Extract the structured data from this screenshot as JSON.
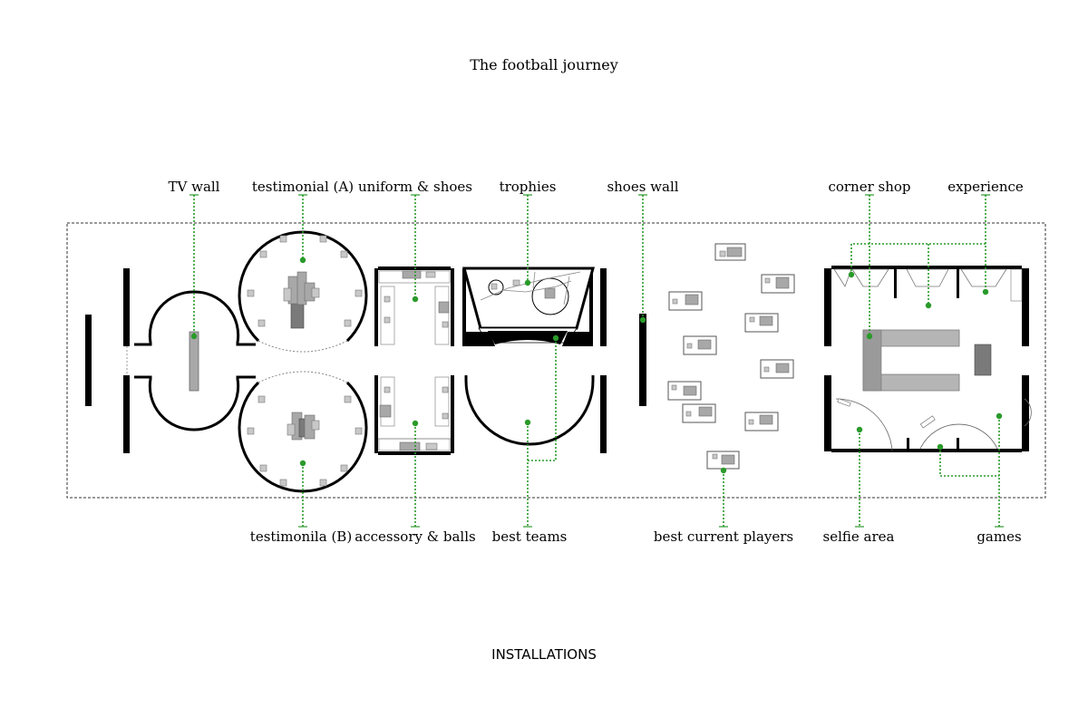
{
  "title": "The football journey",
  "footer": "INSTALLATIONS",
  "colors": {
    "leader": "#2a9a2a",
    "wall": "#000000",
    "furniture": "#a8a8a8"
  },
  "labels": {
    "tv_wall": "TV wall",
    "testimonial_a": "testimonial (A)",
    "uniform_shoes": "uniform & shoes",
    "trophies": "trophies",
    "shoes_wall": "shoes wall",
    "corner_shop": "corner shop",
    "experience": "experience",
    "testimonial_b": "testimonila (B)",
    "accessory_balls": "accessory & balls",
    "best_teams": "best teams",
    "best_current_players": "best current players",
    "selfie_area": "selfie area",
    "games": "games"
  }
}
